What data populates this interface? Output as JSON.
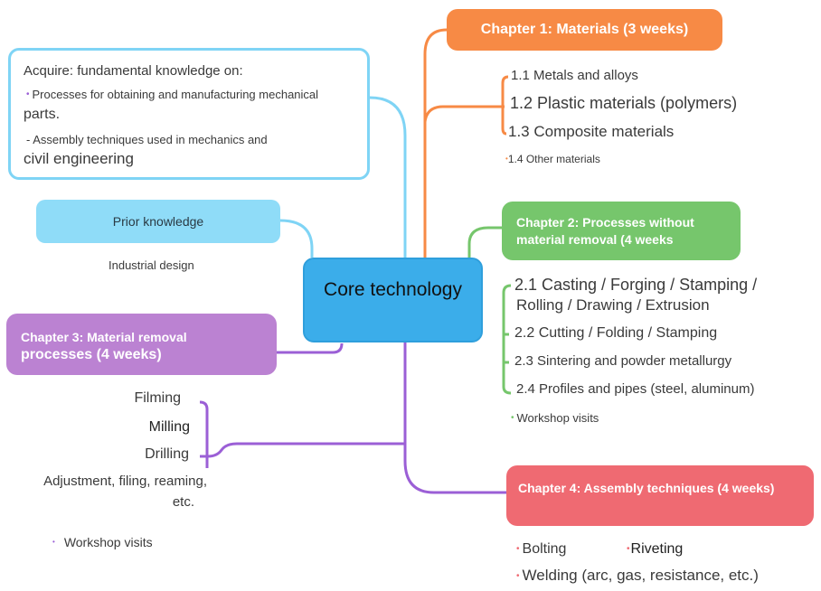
{
  "central": {
    "label": "Core technology"
  },
  "goal": {
    "heading": "Acquire: fundamental knowledge on:",
    "line1": "Processes for obtaining and manufacturing mechanical",
    "line1_cont": "parts.",
    "line2": "- Assembly techniques used in mechanics and",
    "line2_cont": "civil engineering"
  },
  "prior": {
    "label": "Prior knowledge",
    "item": "Industrial design"
  },
  "chapter1": {
    "label": "Chapter 1: Materials (3 weeks)",
    "color": "#f78a45",
    "items": [
      "1.1 Metals and alloys",
      "1.2 Plastic materials (polymers)",
      "1.3 Composite materials",
      "1.4 Other materials"
    ]
  },
  "chapter2": {
    "label_line1": "Chapter 2: Processes without",
    "label_line2": "material removal (4 weeks",
    "color": "#76c66c",
    "items": [
      "2.1 Casting / Forging / Stamping /",
      "Rolling / Drawing / Extrusion",
      "2.2 Cutting / Folding / Stamping",
      "2.3 Sintering and powder metallurgy",
      "2.4 Profiles and pipes (steel, aluminum)"
    ],
    "note": "Workshop visits"
  },
  "chapter3": {
    "label_line1": "Chapter 3: Material removal",
    "label_line2": "processes (4 weeks)",
    "color": "#bb82d2",
    "items": [
      "Filming",
      "Milling",
      "Drilling",
      "Adjustment, filing, reaming,",
      "etc."
    ],
    "note": "Workshop visits"
  },
  "chapter4": {
    "label": "Chapter 4: Assembly techniques (4 weeks)",
    "color": "#ef6a72",
    "items": [
      "Bolting",
      "Riveting",
      "Welding (arc, gas, resistance, etc.)"
    ]
  }
}
